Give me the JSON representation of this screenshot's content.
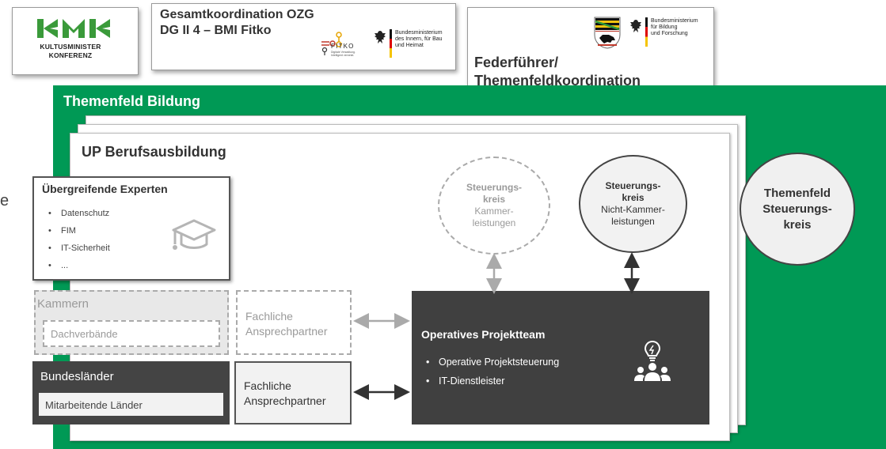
{
  "kmk": {
    "name_line1": "KULTUSMINISTER",
    "name_line2": "KONFERENZ",
    "logo_letters": "KMK",
    "color": "#3a9a3a"
  },
  "ozg": {
    "title_line1": "Gesamtkoordination OZG",
    "title_line2": "DG II 4 – BMI Fitko",
    "fitko_name": "FITKO",
    "fitko_sub": "Digitale Verwaltung. Intelligent vernetzt.",
    "ministry": [
      "Bundesministerium",
      "des Innern, für Bau",
      "und Heimat"
    ]
  },
  "fed": {
    "title_line1": "Federführer/",
    "title_line2": "Themenfeldkoordination",
    "ministry": [
      "Bundesministerium",
      "für Bildung",
      "und Forschung"
    ]
  },
  "themenfeld": {
    "title": "Themenfeld Bildung",
    "color": "#009955"
  },
  "up": {
    "title": "UP Berufsausbildung"
  },
  "experts": {
    "title": "Übergreifende Experten",
    "items": [
      "Datenschutz",
      "FIM",
      "IT-Sicherheit",
      "..."
    ]
  },
  "circles": {
    "kammer": {
      "bold1": "Steuerungs-",
      "bold2": "kreis",
      "l1": "Kammer-",
      "l2": "leistungen"
    },
    "nichtkammer": {
      "bold1": "Steuerungs-",
      "bold2": "kreis",
      "l1": "Nicht-Kammer-",
      "l2": "leistungen"
    },
    "themenfeld": {
      "l1": "Themenfeld",
      "l2": "Steuerungs-",
      "l3": "kreis"
    }
  },
  "kammern": {
    "title": "Kammern",
    "sub": "Dachverbände"
  },
  "bundeslaender": {
    "title": "Bundesländer",
    "sub": "Mitarbeitende Länder"
  },
  "fach1": {
    "l1": "Fachliche",
    "l2": "Ansprechpartner"
  },
  "fach2": {
    "l1": "Fachliche",
    "l2": "Ansprechpartner"
  },
  "opt": {
    "title": "Operatives Projektteam",
    "items": [
      "Operative Projektsteuerung",
      "IT-Dienstleister"
    ],
    "color": "#404040"
  },
  "edge_char": "e"
}
